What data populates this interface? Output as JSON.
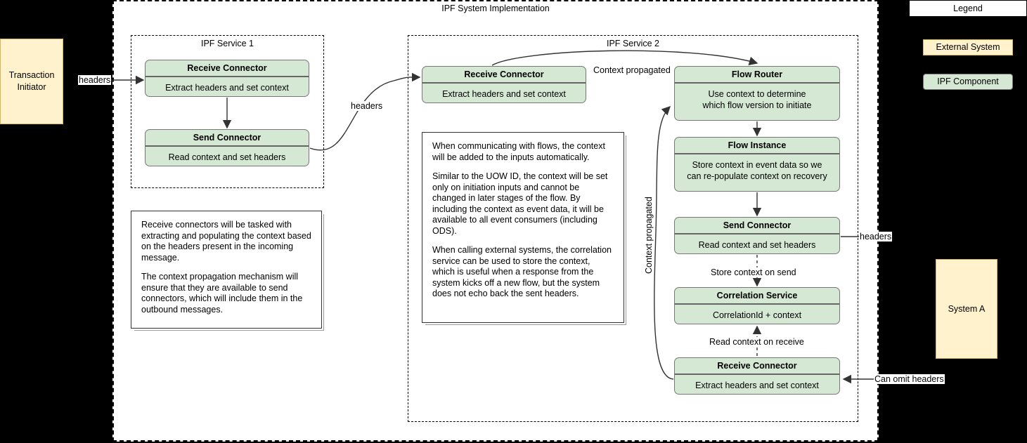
{
  "diagram": {
    "title": "IPF System Implementation"
  },
  "external": {
    "transaction_initiator": "Transaction\nInitiator",
    "transaction_initiator_line1": "Transaction",
    "transaction_initiator_line2": "Initiator",
    "system_a": "System A"
  },
  "services": {
    "service1": {
      "title": "IPF Service 1",
      "components": [
        {
          "header": "Receive Connector",
          "body": "Extract headers and set context"
        },
        {
          "header": "Send Connector",
          "body": "Read context and set headers"
        }
      ]
    },
    "service2": {
      "title": "IPF Service 2",
      "components": [
        {
          "header": "Receive Connector",
          "body": "Extract headers and set context"
        },
        {
          "header": "Flow Router",
          "body_line1": "Use context to determine",
          "body_line2": "which flow version to initiate"
        },
        {
          "header": "Flow Instance",
          "body_line1": "Store context in event data so we",
          "body_line2": "can re-populate context on recovery"
        },
        {
          "header": "Send Connector",
          "body": "Read context and set headers"
        },
        {
          "header": "Correlation Service",
          "body": "CorrelationId + context"
        },
        {
          "header": "Receive Connector",
          "body": "Extract headers and set context"
        }
      ]
    }
  },
  "edge_labels": {
    "headers_in": "headers",
    "headers_between_services": "headers",
    "headers_out": "headers",
    "can_omit_headers": "Can omit headers",
    "context_propagated_horizontal": "Context propagated",
    "context_propagated_vertical": "Context propagated",
    "store_context_on_send": "Store context on send",
    "read_context_on_receive": "Read context on receive"
  },
  "notes": {
    "note1": [
      "Receive connectors will be tasked with extracting and populating the context based on the headers present in the incoming message.",
      "The context propagation mechanism will ensure that they are available to send connectors, which will include them in the outbound messages."
    ],
    "note2": [
      "When communicating with flows, the context will be added to the inputs automatically.",
      "Similar to the UOW ID, the context will be set only on initiation inputs and cannot be changed in later stages of the flow. By including the context as event data, it will be available to all event consumers (including ODS).",
      "When calling external systems, the correlation service can be used to store the context, which is useful when a response from the system kicks off a new flow, but the system does not echo back the sent headers."
    ]
  },
  "legend": {
    "title": "Legend",
    "external_system": "External System",
    "ipf_component": "IPF Component"
  },
  "colors": {
    "ipf_component_fill": "#d5e8d4",
    "ipf_component_stroke": "#82b366",
    "external_system_fill": "#fff2cc",
    "external_system_stroke": "#d6b656",
    "background": "#000000",
    "canvas": "#ffffff",
    "edge": "#333333"
  }
}
